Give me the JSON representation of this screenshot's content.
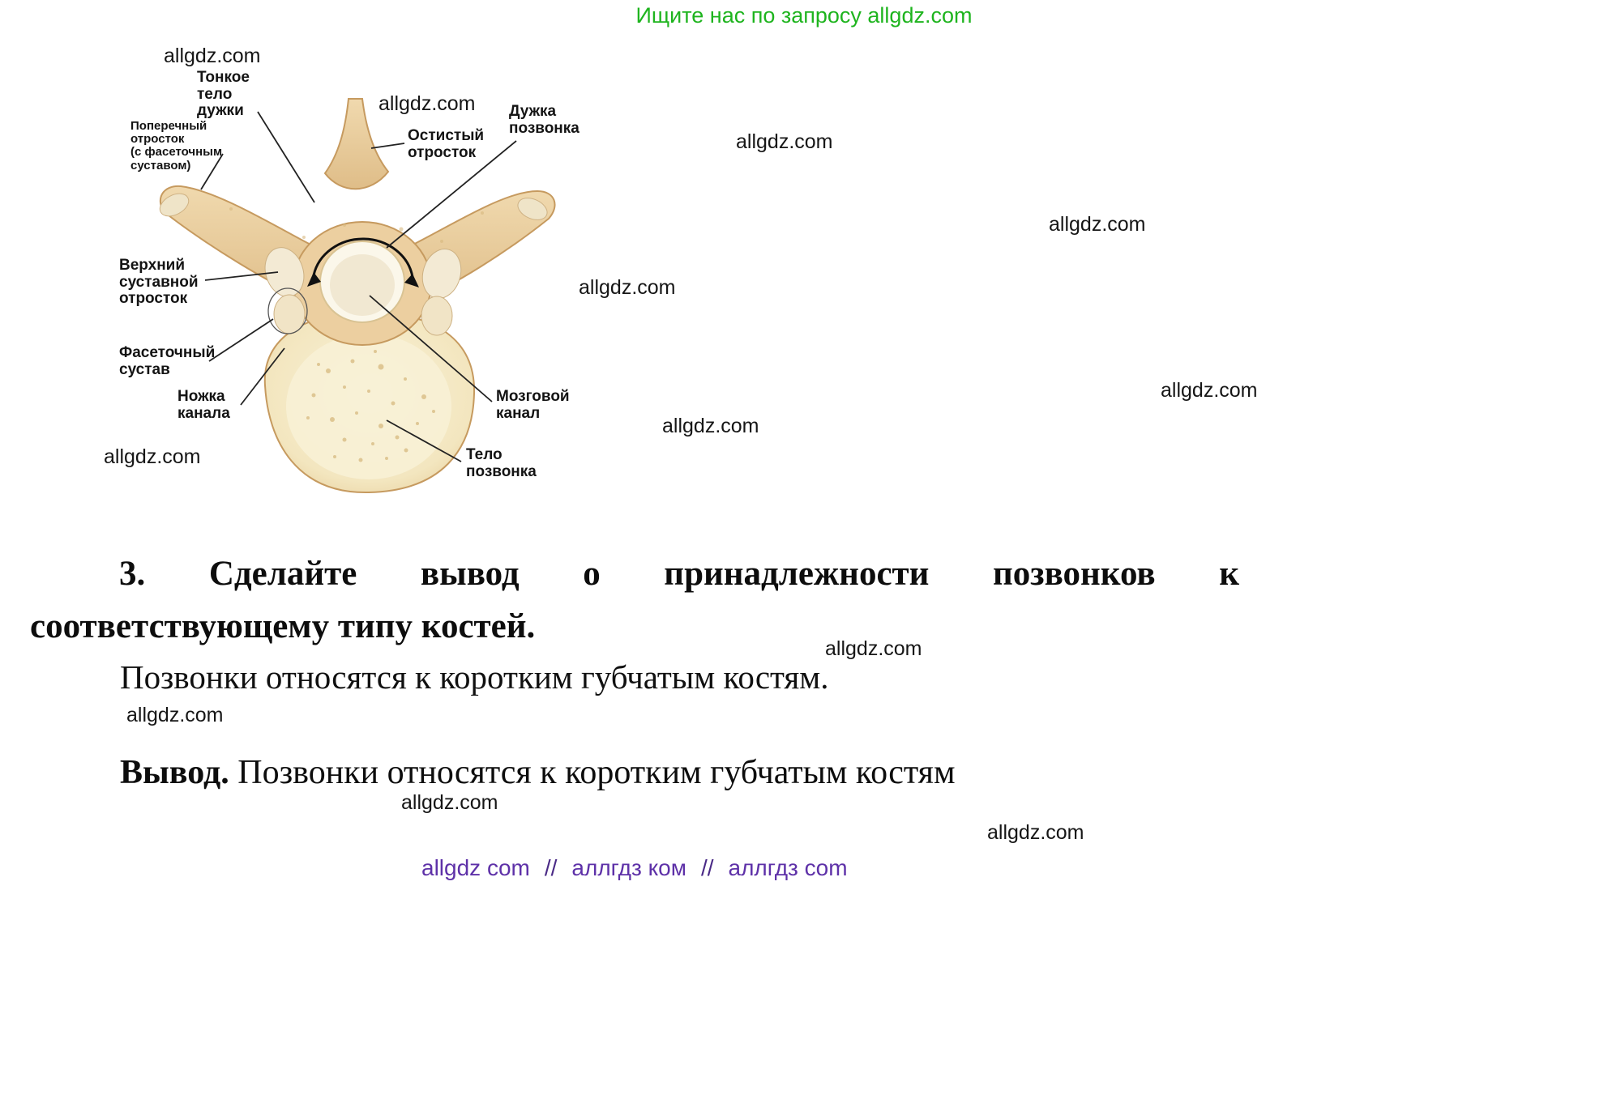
{
  "header": {
    "promo": "Ищите нас по запросу allgdz.com"
  },
  "watermark": {
    "text": "allgdz.com"
  },
  "colors": {
    "promo_green": "#1eb41e",
    "footer_purple": "#5e31a8",
    "bone_tan": "#e9c795"
  },
  "diagram": {
    "labels": {
      "thin_arch_body": "Тонкое\nтело\nдужки",
      "transverse_process": "Поперечный\nотросток\n(с фасеточным\nсуставом)",
      "spinous_process": "Остистый\nотросток",
      "vertebral_arch": "Дужка\nпозвонка",
      "superior_articular_process": "Верхний\nсуставной\nотросток",
      "facet_joint": "Фасеточный\nсустав",
      "pedicle": "Ножка\nканала",
      "spinal_canal": "Мозговой\nканал",
      "vertebral_body": "Тело\nпозвонка"
    }
  },
  "content": {
    "question_line1": "3. Сделайте вывод о принадлежности позвонков к",
    "question_line2": "соответствующему типу костей.",
    "answer": "Позвонки относятся к коротким губчатым костям.",
    "conclusion_label": "Вывод.",
    "conclusion_text": " Позвонки относятся к коротким губчатым костям"
  },
  "footer": {
    "links": [
      "allgdz com",
      "аллгдз ком",
      "аллгдз com"
    ],
    "separator": "//"
  }
}
